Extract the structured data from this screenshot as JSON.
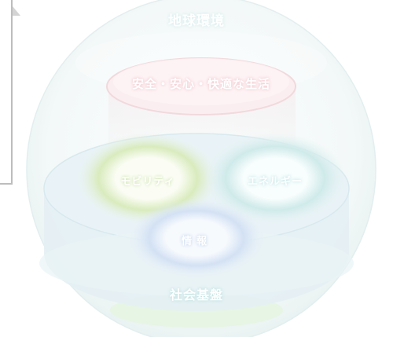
{
  "diagram": {
    "outer_label": "地球環境",
    "top_label": "安全・安心・快適な生活",
    "node_labels": {
      "mobility": "モビリティ",
      "energy": "エネルギー",
      "information": "情報"
    },
    "base_label": "社会基盤"
  },
  "colors": {
    "outer_sphere": "#f1f7f7",
    "life_disc": "#fbeef0",
    "base_disc": "#e8f3f6",
    "mobility_ring": "#dcebc4",
    "energy_ring": "#d5eeee",
    "information_ring": "#d8e5f5",
    "base_bottom": "#e6f5e4"
  }
}
